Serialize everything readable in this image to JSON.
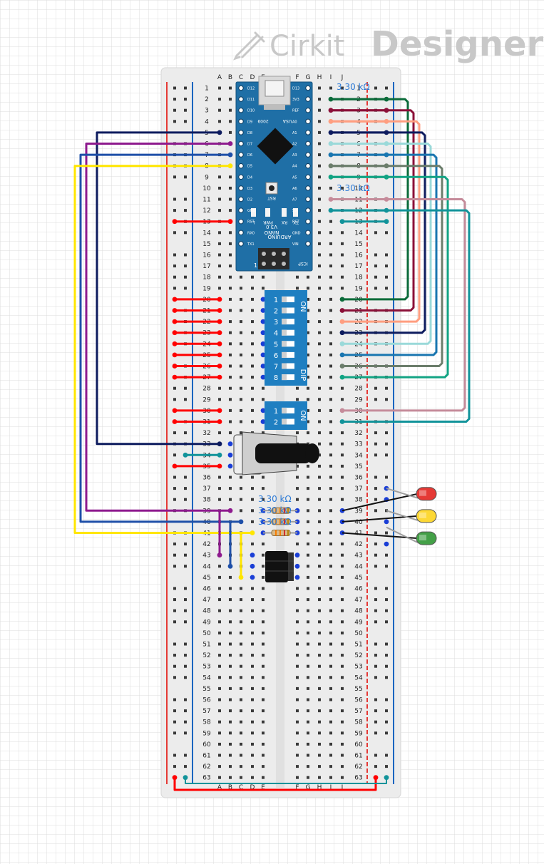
{
  "brand": {
    "name_light": "Cirkit",
    "name_bold": "Designer",
    "logo_icon": "pencil-icon"
  },
  "breadboard": {
    "row_count": 63,
    "column_letters_left": [
      "A",
      "B",
      "C",
      "D",
      "E"
    ],
    "column_letters_right": [
      "F",
      "G",
      "H",
      "I",
      "J"
    ],
    "power_rail_colors": {
      "positive": "#e53935",
      "negative": "#1565c0"
    }
  },
  "arduino": {
    "board_label": "ARDUINO",
    "model_label": "NANO",
    "version_label": "V3.0",
    "origin_label": "USA",
    "year_label": "2009",
    "reset_label": "RST",
    "icsp_label": "ICSP",
    "icsp_pin_label": "1",
    "led_labels": [
      "L",
      "PWR",
      "RX",
      "TX"
    ],
    "left_pins": [
      "D12",
      "D11",
      "D10",
      "D9",
      "D8",
      "D7",
      "D6",
      "D5",
      "D4",
      "D3",
      "D2",
      "GND",
      "RST",
      "RX0",
      "TX1"
    ],
    "right_pins": [
      "D13",
      "3V3",
      "REF",
      "A0",
      "A1",
      "A2",
      "A3",
      "A4",
      "A5",
      "A6",
      "A7",
      "5V",
      "RST",
      "GND",
      "VIN"
    ]
  },
  "dip_switch_8": {
    "state_label": "ON",
    "type_label": "DIP",
    "positions": [
      "1",
      "2",
      "3",
      "4",
      "5",
      "6",
      "7",
      "8"
    ]
  },
  "dip_switch_2": {
    "state_label": "ON",
    "positions": [
      "1",
      "2"
    ]
  },
  "resistors": {
    "labels": [
      "3.30 kΩ",
      "3.30 kΩ",
      "3.30 kΩ"
    ]
  },
  "top_resistor_labels": [
    "3.30 kΩ",
    "3.30 kΩ"
  ],
  "leds": [
    {
      "color_name": "red",
      "color": "#e53935"
    },
    {
      "color_name": "yellow",
      "color": "#fdd835"
    },
    {
      "color_name": "green",
      "color": "#43a047"
    }
  ],
  "wire_colors": {
    "navy": "#0d1b5e",
    "purple": "#8e1a8e",
    "blue": "#1e4fa8",
    "yellow": "#ffe600",
    "dark_green": "#0b6b3a",
    "maroon": "#8b1038",
    "salmon": "#ff9e80",
    "light_cyan": "#9ad9d9",
    "steel_blue": "#1976b0",
    "gray": "#6b7d6b",
    "teal_green": "#11a383",
    "mauve": "#c58b9a",
    "teal": "#11939a",
    "red": "#ff0000"
  }
}
